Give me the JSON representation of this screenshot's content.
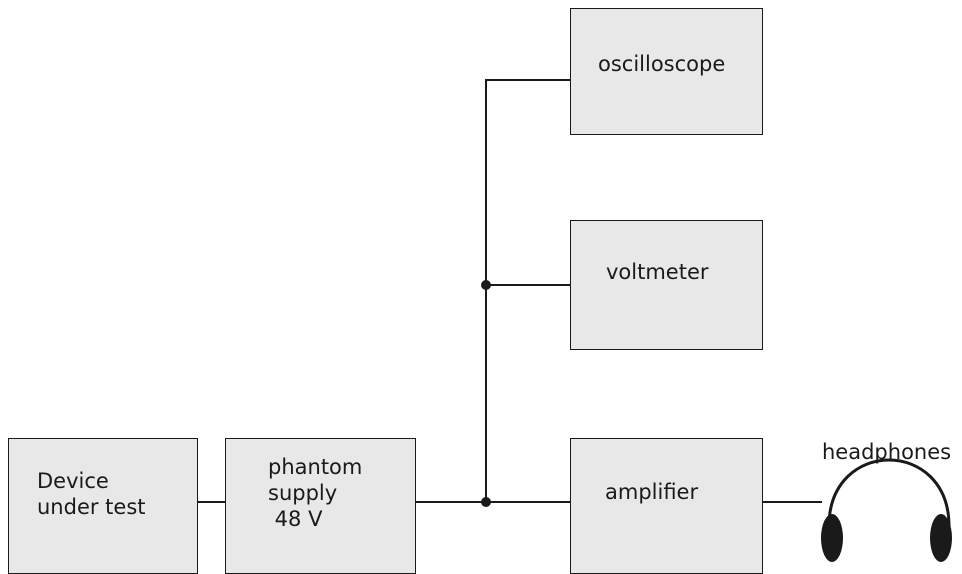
{
  "blocks": {
    "device_under_test": "Device\nunder test",
    "phantom_supply": "phantom\nsupply\n 48 V",
    "amplifier": "amplifier",
    "voltmeter": "voltmeter",
    "oscilloscope": "oscilloscope",
    "headphones": "headphones"
  },
  "colors": {
    "box_fill": "#e8e8e8",
    "line": "#1a1a1a"
  },
  "icons": {
    "headphones": "headphones-icon"
  }
}
